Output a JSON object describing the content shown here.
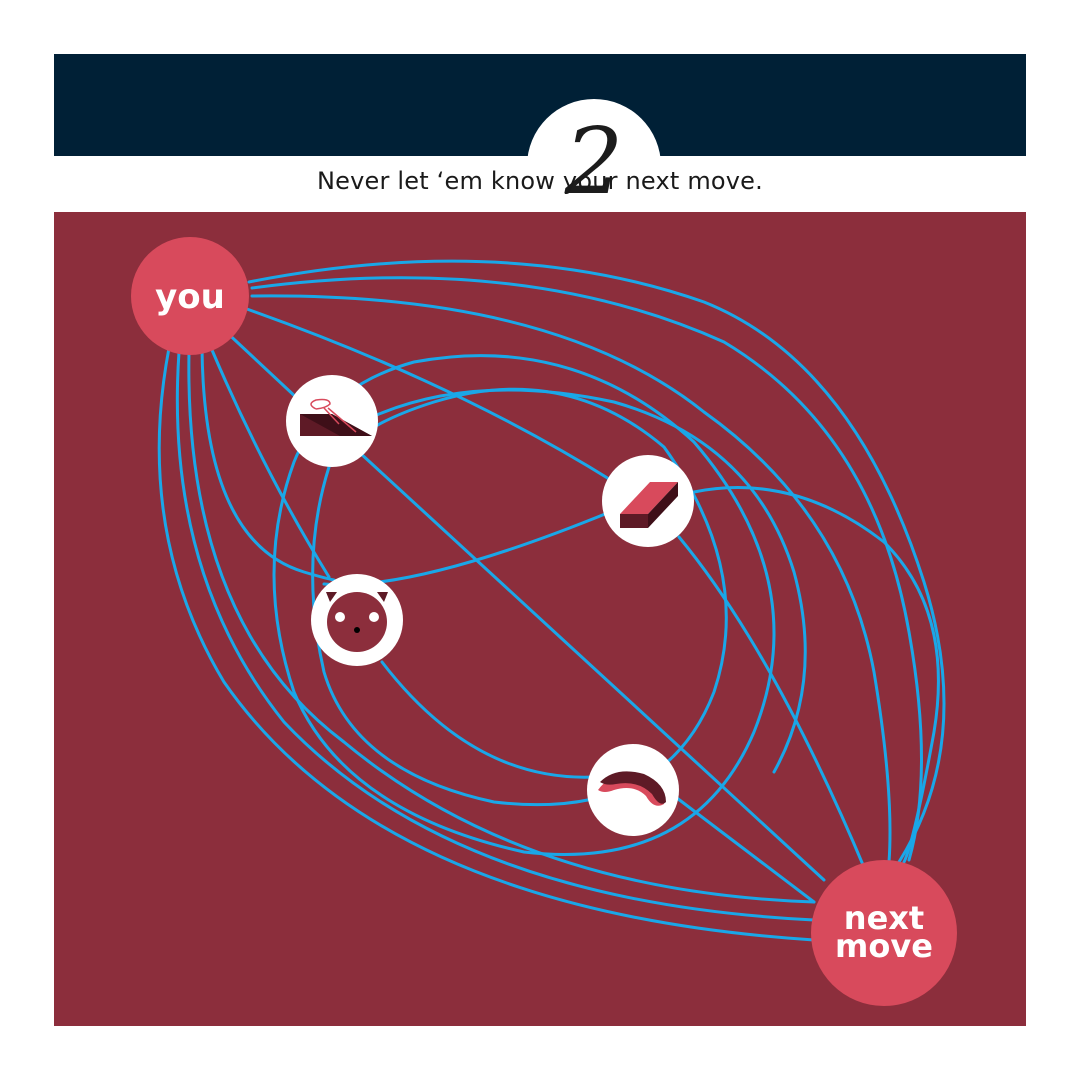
{
  "header": {
    "step_number": "2"
  },
  "tagline": "Never let ‘em know your next move.",
  "nodes": {
    "start_label": "you",
    "end_label_line1": "next",
    "end_label_line2": "move"
  },
  "icons": [
    "ramp-icon",
    "block-icon",
    "cat-face-icon",
    "curved-shape-icon"
  ],
  "colors": {
    "banner": "#002036",
    "panel": "#8c2e3c",
    "node": "#d84a5c",
    "path": "#1aa7e8",
    "icon_dark": "#5e1a26",
    "icon_accent": "#d84a5c"
  }
}
